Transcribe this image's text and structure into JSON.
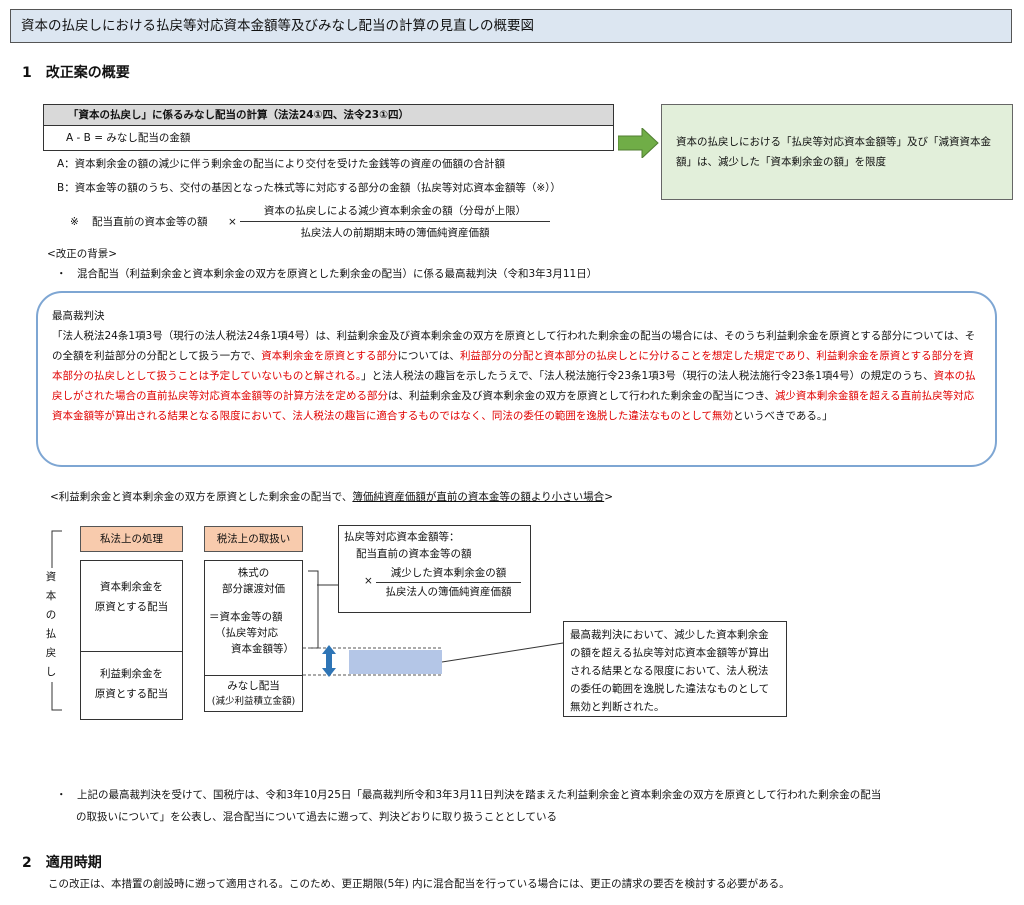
{
  "title": "資本の払戻しにおける払戻等対応資本金額等及びみなし配当の計算の見直しの概要図",
  "section1": {
    "heading": "1　改正案の概要"
  },
  "formula": {
    "header": "「資本の払戻し」に係るみなし配当の計算（法法24①四、法令23①四）",
    "expr": "A - B = みなし配当の金額",
    "a_def": "A：資本剰余金の額の減少に伴う剰余金の配当により交付を受けた金銭等の資産の価額の合計額",
    "b_def": "B：資本金等の額のうち、交付の基因となった株式等に対応する部分の金額（払戻等対応資本金額等（※））",
    "note_mark": "※",
    "note_left": "配当直前の資本金等の額",
    "times": "×",
    "numerator": "資本の払戻しによる減少資本剰余金の額（分母が上限）",
    "denominator": "払戻法人の前期期末時の簿価純資産価額"
  },
  "green_box": {
    "text": "資本の払戻しにおける「払戻等対応資本金額等」及び「減資資本金額」は、減少した「資本剰余金の額」を限度"
  },
  "background": {
    "heading": "<改正の背景>",
    "bullet": "・　混合配当（利益剰余金と資本剰余金の双方を原資とした剰余金の配当）に係る最高裁判決（令和3年3月11日）"
  },
  "court": {
    "label": "最高裁判決",
    "s1": "「法人税法24条1項3号（現行の法人税法24条1項4号）は、利益剰余金及び資本剰余金の双方を原資として行われた剰余金の配当の場合には、そのうち利益剰余金を原資とする部分については、その全額を利益部分の分配として扱う一方で、",
    "s2": "資本剰余金を原資とする部分",
    "s3": "については、",
    "s4": "利益部分の分配と資本部分の払戻しとに分けることを想定した規定であり、利益剰余金を原資とする部分を資本部分の払戻しとして扱うことは予定していないものと解される。",
    "s5": "」と法人税法の趣旨を示したうえで、「法人税法施行令23条1項3号（現行の法人税法施行令23条1項4号）の規定のうち、",
    "s6": "資本の払戻しがされた場合の直前払戻等対応資本金額等の計算方法を定める部分",
    "s7": "は、利益剰余金及び資本剰余金の双方を原資として行われた剰余金の配当につき、",
    "s8": "減少資本剰余金額を超える直前払戻等対応資本金額等が算出される結果となる限度において、法人税法の趣旨に適合するものではなく、同法の委任の範囲を逸脱した違法なものとして無効",
    "s9": "というべきである。」"
  },
  "diagram": {
    "caption_pre": "<利益剰余金と資本剰余金の双方を原資とした剰余金の配当で、",
    "caption_u": "簿価純資産価額が直前の資本金等の額より小さい場合",
    "caption_post": ">",
    "col1": "私法上の処理",
    "col2": "税法上の取扱い",
    "side": "資本の払戻し",
    "cap_surplus_1": "資本剰余金を",
    "cap_surplus_2": "原資とする配当",
    "ret_surplus_1": "利益剰余金を",
    "ret_surplus_2": "原資とする配当",
    "tax_1": "株式の",
    "tax_2": "部分譲渡対価",
    "tax_3": "＝資本金等の額",
    "tax_4": "（払戻等対応",
    "tax_5": "資本金額等）",
    "deemed_1": "みなし配当",
    "deemed_2": "(減少利益積立金額)",
    "calc_title": "払戻等対応資本金額等：",
    "calc_left": "配当直前の資本金等の額",
    "calc_times": "×",
    "calc_num": "減少した資本剰余金の額",
    "calc_den": "払戻法人の簿価純資産価額",
    "ruling_1": "最高裁判決において、減少した資本剰余金",
    "ruling_2": "の額を超える払戻等対応資本金額等が算出",
    "ruling_3": "される結果となる限度において、法人税法",
    "ruling_4": "の委任の範囲を逸脱した違法なものとして",
    "ruling_5": "無効と判断された。"
  },
  "nta": {
    "line1": "・　上記の最高裁判決を受けて、国税庁は、令和3年10月25日「最高裁判所令和3年3月11日判決を踏まえた利益剰余金と資本剰余金の双方を原資として行われた剰余金の配当",
    "line2": "の取扱いについて」を公表し、混合配当について過去に遡って、判決どおりに取り扱うこととしている"
  },
  "section2": {
    "heading": "2　適用時期",
    "text": "この改正は、本措置の創設時に遡って適用される。このため、更正期限(5年) 内に混合配当を行っている場合には、更正の請求の要否を検討する必要がある。"
  },
  "colors": {
    "title_bg": "#dce6f1",
    "green_box": "#e2efda",
    "peach": "#f8cbad",
    "blue_bar": "#b4c6e7",
    "arrow_green": "#70ad47",
    "arrow_blue": "#2e75b6",
    "court_border": "#7ea6d3",
    "highlight": "#e00000"
  }
}
